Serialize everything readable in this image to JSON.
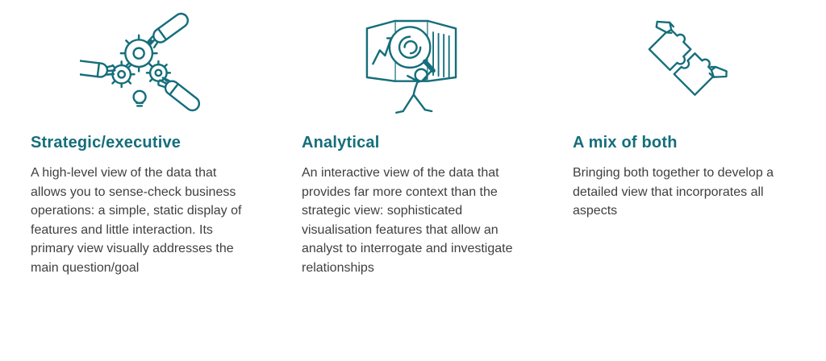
{
  "colors": {
    "accent": "#156e7b",
    "body_text": "#3f3f3f",
    "background": "#ffffff"
  },
  "columns": [
    {
      "icon": "hands-gears-icon",
      "title": "Strategic/executive",
      "body": "A high-level view of the data that allows you to sense-check business operations: a simple, static display of features and little interaction. Its primary view visually addresses the main question/goal"
    },
    {
      "icon": "analyst-magnifier-icon",
      "title": "Analytical",
      "body": "An interactive view of the data that provides far more context than the strategic view: sophisticated visualisation features that allow an analyst to interrogate and investigate relationships"
    },
    {
      "icon": "hands-puzzle-icon",
      "title": "A mix of both",
      "body": "Bringing both together to develop a detailed view that incorporates all aspects"
    }
  ]
}
